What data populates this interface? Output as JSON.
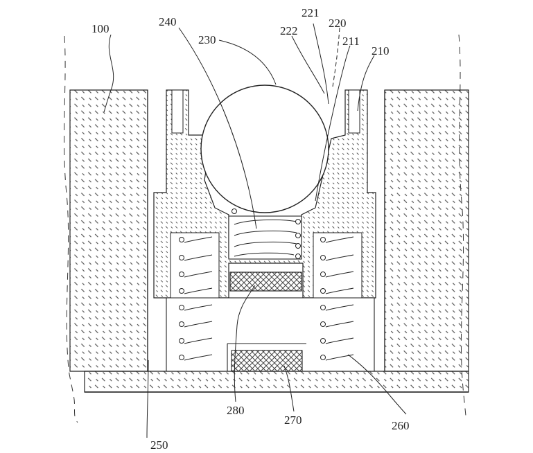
{
  "figure": {
    "type": "patent mechanical cross-section",
    "colors": {
      "line": "#222222",
      "hatch": "#555555",
      "background": "#ffffff"
    },
    "labels": {
      "l100": "100",
      "l240": "240",
      "l221": "221",
      "l220": "220",
      "l230": "230",
      "l222": "222",
      "l211": "211",
      "l210": "210",
      "l280": "280",
      "l270": "270",
      "l260": "260",
      "l250": "250"
    }
  }
}
